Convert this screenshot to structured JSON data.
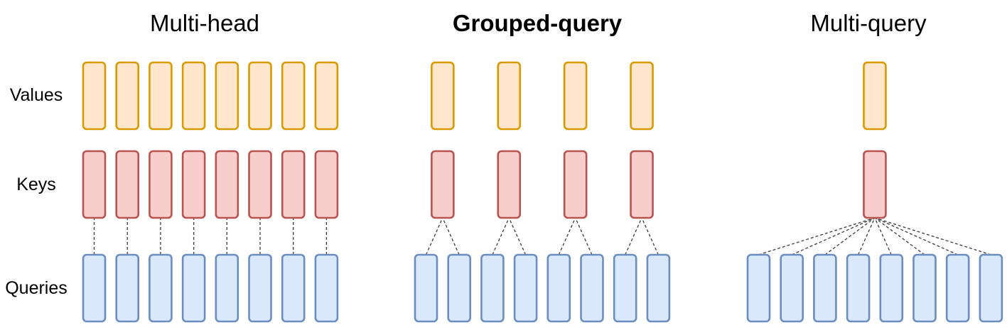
{
  "row_labels": {
    "values": "Values",
    "keys": "Keys",
    "queries": "Queries"
  },
  "panels": [
    {
      "id": "multi-head",
      "title": "Multi-head",
      "bold": false,
      "queries": 8,
      "kv_heads": 8
    },
    {
      "id": "grouped-query",
      "title": "Grouped-query",
      "bold": true,
      "queries": 8,
      "kv_heads": 4
    },
    {
      "id": "multi-query",
      "title": "Multi-query",
      "bold": false,
      "queries": 8,
      "kv_heads": 1
    }
  ],
  "colors": {
    "values_fill": "#ffe6cc",
    "values_stroke": "#d79b00",
    "keys_fill": "#f8cecc",
    "keys_stroke": "#b85450",
    "queries_fill": "#dae8fc",
    "queries_stroke": "#6c8ebf",
    "connector": "#3a3a3a"
  }
}
